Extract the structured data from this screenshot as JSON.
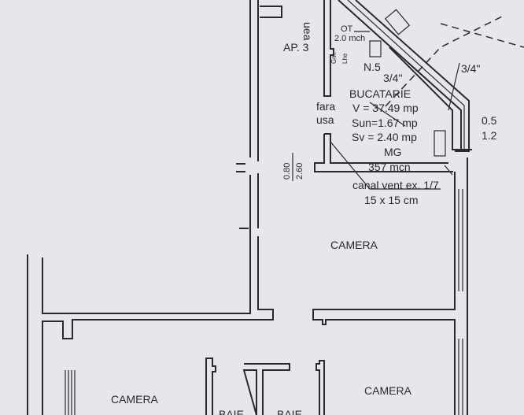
{
  "apartment_label": "AP. 3",
  "fragment_top": "uea",
  "kitchen": {
    "name": "BUCATARIE",
    "volume": "V = 37.49 mp",
    "sun": "Sun=1.67 mp",
    "sv": "Sv = 2.40 mp",
    "mg": "MG",
    "mg_value": "357 mcn",
    "ot": "OT",
    "ot_value": "2.0 mch",
    "pipe_left": "3/4\"",
    "pipe_right": "3/4\"",
    "note_n": "N.5",
    "dim_top": "0.5",
    "dim_bottom": "1.2",
    "vent": "canal vent ex. 1/7",
    "vent_size": "15 x 15 cm",
    "small_1": "Gm.",
    "small_2": "Lhe"
  },
  "door_note": [
    "fara",
    "usa"
  ],
  "door_dim": {
    "top": "0.80",
    "bottom": "2.60"
  },
  "rooms": [
    {
      "name": "CAMERA"
    },
    {
      "name": "CAMERA"
    },
    {
      "name": "CAMERA"
    },
    {
      "name": "BAIE"
    },
    {
      "name": "BAIE"
    }
  ]
}
